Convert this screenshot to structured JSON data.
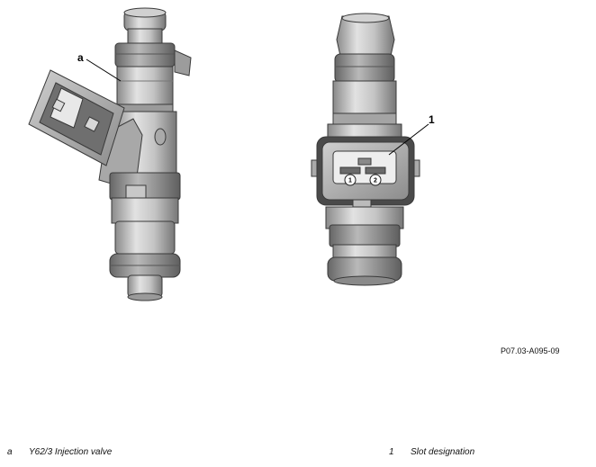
{
  "callouts": {
    "left": "a",
    "right": "1",
    "pin_1": "1",
    "pin_2": "2"
  },
  "figure_ref": "P07.03-A095-09",
  "legend": [
    {
      "key": "a",
      "text": "Y62/3 Injection valve"
    },
    {
      "key": "1",
      "text": "Slot designation"
    }
  ],
  "colors": {
    "metal_light": "#d9d9d9",
    "metal_mid": "#b3b3b3",
    "metal_dark": "#7d7d7d",
    "outline": "#3a3a3a",
    "highlight": "#ffffff"
  }
}
